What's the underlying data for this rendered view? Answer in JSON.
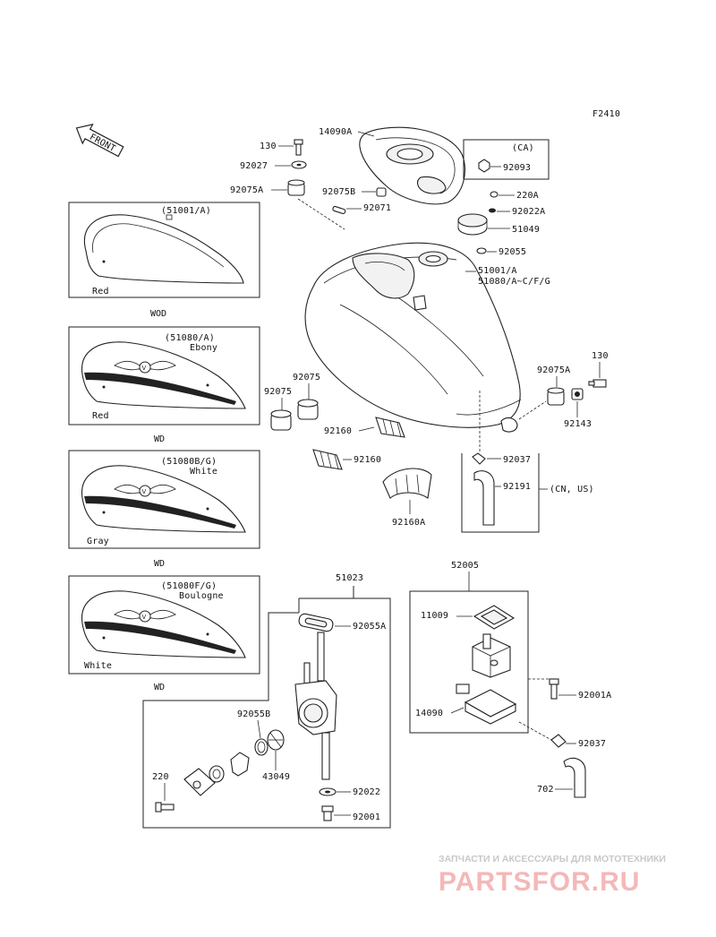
{
  "figure_code": "F2410",
  "front_arrow": "FRONT",
  "panels": [
    {
      "code": "(51001/A)",
      "color_name": "",
      "paint_label": "Red",
      "caption": "WOD"
    },
    {
      "code": "(51080/A)",
      "color_name": "Ebony",
      "paint_label": "Red",
      "caption": "WD"
    },
    {
      "code": "(51080B/G)",
      "color_name": "White",
      "paint_label": "Gray",
      "caption": "WD"
    },
    {
      "code": "(51080F/G)",
      "color_name": "Boulogne",
      "paint_label": "White",
      "caption": "WD"
    }
  ],
  "labels": {
    "p130a": "130",
    "p14090A": "14090A",
    "p92027": "92027",
    "p92075A_l": "92075A",
    "p92075B": "92075B",
    "p92071": "92071",
    "ca": "(CA)",
    "p92093": "92093",
    "p220A": "220A",
    "p92022A": "92022A",
    "p51049": "51049",
    "p92055": "92055",
    "p51001A": "51001/A",
    "p51080": "51080/A~C/F/G",
    "p92075_a": "92075",
    "p92075_b": "92075",
    "p92160_a": "92160",
    "p92160_b": "92160",
    "p92160A": "92160A",
    "p92075A_r": "92075A",
    "p130b": "130",
    "p92143": "92143",
    "p92037_a": "92037",
    "p92191": "92191",
    "cnus": "(CN, US)",
    "p51023": "51023",
    "p92055A": "92055A",
    "p92055B": "92055B",
    "p43049": "43049",
    "p220": "220",
    "p92022": "92022",
    "p92001": "92001",
    "p52005": "52005",
    "p11009": "11009",
    "p14090": "14090",
    "p92001A": "92001A",
    "p92037_b": "92037",
    "p702": "702"
  },
  "watermark": {
    "top": "ЗАПЧАСТИ И АКСЕССУАРЫ ДЛЯ МОТОТЕХНИКИ",
    "brand": "PARTSFOR.RU"
  }
}
